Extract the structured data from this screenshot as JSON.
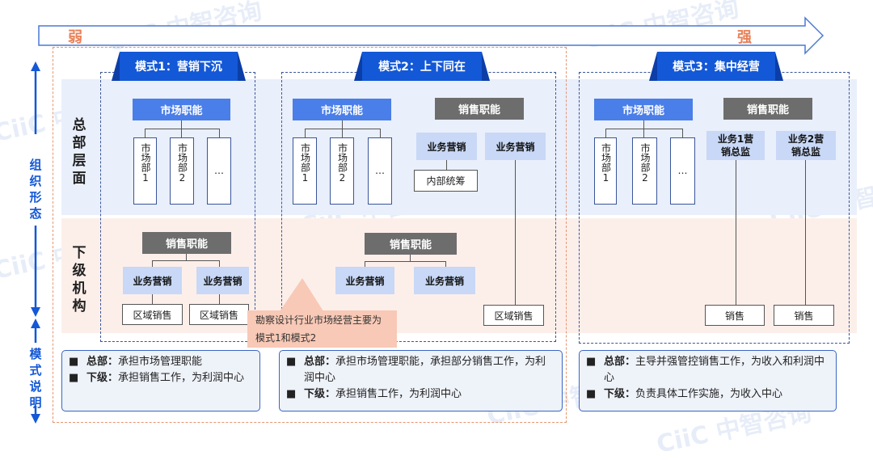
{
  "watermark": "CiiC 中智咨询",
  "scale": {
    "weak": "弱",
    "strong": "强"
  },
  "side": {
    "org": "组织形态",
    "mode_desc": "模式说明"
  },
  "levels": {
    "hq": "总部层面",
    "sub": "下级机构"
  },
  "modes": [
    {
      "title": "模式1：营销下沉",
      "market": "市场职能",
      "depts": [
        "市场部1",
        "市场部2",
        "…"
      ],
      "sales": "销售职能",
      "biz": [
        "业务营销",
        "业务营销"
      ],
      "regional": [
        "区域销售",
        "区域销售"
      ],
      "desc": [
        {
          "k": "总部：",
          "v": "承担市场管理职能"
        },
        {
          "k": "下级：",
          "v": "承担销售工作，为利润中心"
        }
      ]
    },
    {
      "title": "模式2：上下同在",
      "market": "市场职能",
      "depts": [
        "市场部1",
        "市场部2",
        "…"
      ],
      "hq_sales": "销售职能",
      "hq_biz": [
        "业务营销",
        "业务营销"
      ],
      "internal": "内部统筹",
      "sales": "销售职能",
      "biz": [
        "业务营销",
        "业务营销"
      ],
      "regional": "区域销售",
      "desc": [
        {
          "k": "总部：",
          "v": "承担市场管理职能，承担部分销售工作，为利润中心"
        },
        {
          "k": "下级：",
          "v": "承担销售工作，为利润中心"
        }
      ]
    },
    {
      "title": "模式3：集中经营",
      "market": "市场职能",
      "depts": [
        "市场部1",
        "市场部2",
        "…"
      ],
      "hq_sales": "销售职能",
      "directors": [
        "业务1营销总监",
        "业务2营销总监"
      ],
      "sales_units": [
        "销售",
        "销售"
      ],
      "desc": [
        {
          "k": "总部：",
          "v": "主导并强管控销售工作，为收入和利润中心"
        },
        {
          "k": "下级：",
          "v": "负责具体工作实施，为收入中心"
        }
      ]
    }
  ],
  "callout": "勘察设计行业市场经营主要为模式1和模式2",
  "colors": {
    "accent": "#1358d6",
    "orange": "#e8825a",
    "hq_band": "#e9effb",
    "sub_band": "#fcefea"
  }
}
